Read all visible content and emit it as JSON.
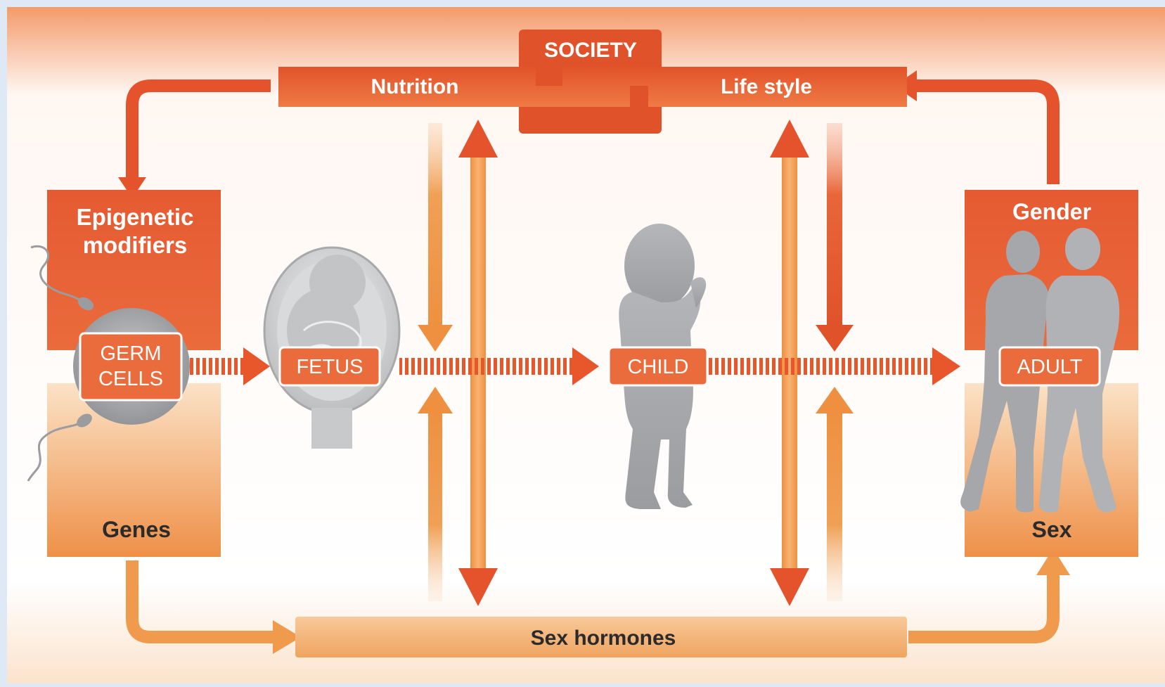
{
  "labels": {
    "society": "SOCIETY",
    "nutrition": "Nutrition",
    "life_style": "Life style",
    "epigenetic_line1": "Epigenetic",
    "epigenetic_line2": "modifiers",
    "genes": "Genes",
    "gender": "Gender",
    "sex": "Sex",
    "sex_hormones": "Sex hormones"
  },
  "stages": {
    "germ_cells_line1": "GERM",
    "germ_cells_line2": "CELLS",
    "fetus": "FETUS",
    "child": "CHILD",
    "adult": "ADULT"
  },
  "colors": {
    "dark_orange": "#e4532c",
    "light_orange": "#ef9a4c",
    "peach": "#f4b27a",
    "figure_gray": "#a9abae"
  },
  "icons": [
    "sperm-icon",
    "fetus-in-womb-icon",
    "child-silhouette-icon",
    "adult-couple-silhouette-icon"
  ]
}
